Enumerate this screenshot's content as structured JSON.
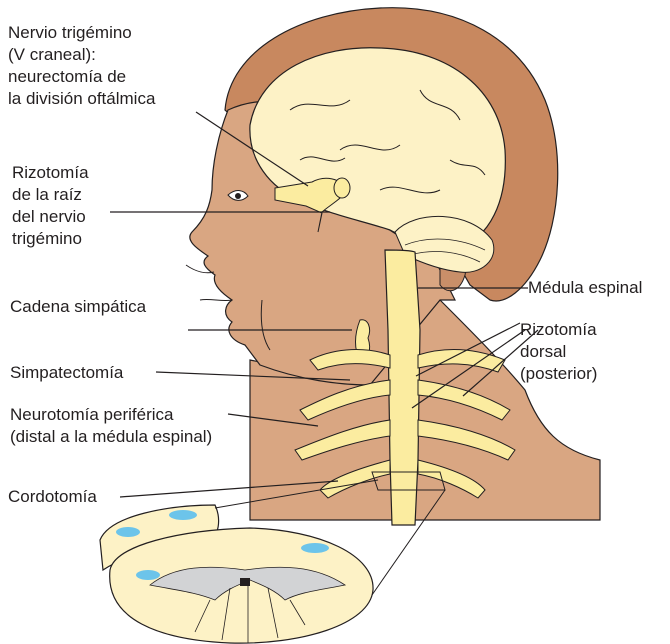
{
  "labels": {
    "trigeminal": [
      "Nervio trigémino",
      "(V craneal):",
      "neurectomía de",
      "la división oftálmica"
    ],
    "rhizotomy_root": [
      "Rizotomía",
      "de la raíz",
      "del nervio",
      "trigémino"
    ],
    "sympathetic_chain": "Cadena simpática",
    "sympathectomy": "Simpatectomía",
    "peripheral_neurotomy": [
      "Neurotomía periférica",
      "(distal a la médula espinal)"
    ],
    "cordotomy": "Cordotomía",
    "spinal_cord": "Médula espinal",
    "dorsal_rhizotomy": [
      "Rizotomía",
      "dorsal",
      "(posterior)"
    ]
  },
  "colors": {
    "skin": "#d9a682",
    "hair": "#c8885f",
    "brain": "#fdf2c6",
    "nerve": "#fbeca0",
    "grey_matter": "#d2d3d5",
    "csf_blue": "#6cc4ea",
    "outline": "#231f20"
  }
}
